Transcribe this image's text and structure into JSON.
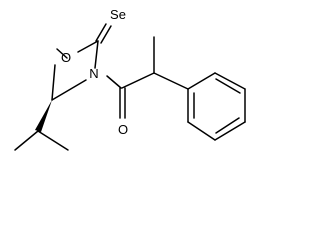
{
  "molecule": {
    "atoms": {
      "oxygen_ring": "O",
      "selenium": "Se",
      "nitrogen": "N",
      "oxygen_carbonyl": "O"
    },
    "colors": {
      "background": "#ffffff",
      "bonds": "#000000",
      "text": "#000000"
    }
  }
}
